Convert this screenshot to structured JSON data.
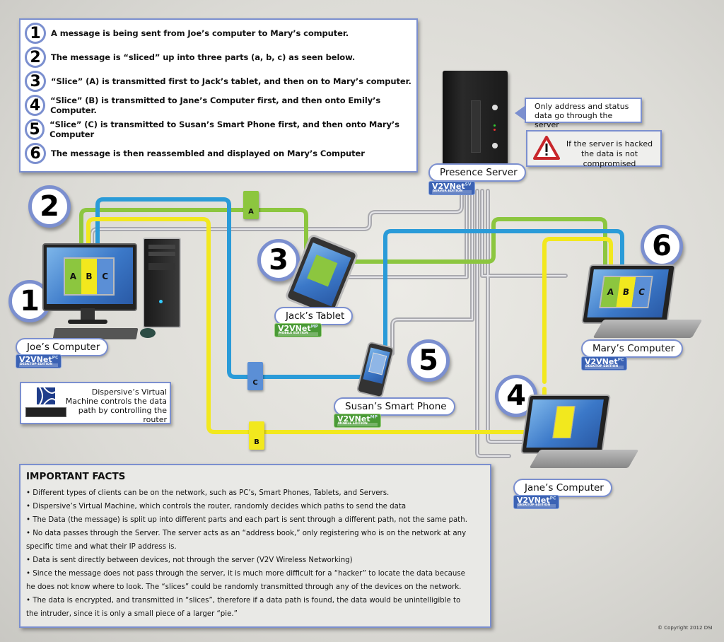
{
  "steps": [
    {
      "num": "1",
      "text": "A message is being sent from Joe’s computer to Mary’s computer."
    },
    {
      "num": "2",
      "text": "The message is “sliced” up into three parts (a, b, c) as seen below."
    },
    {
      "num": "3",
      "text": "“Slice” (A) is transmitted first to Jack’s tablet, and then on to Mary’s computer."
    },
    {
      "num": "4",
      "text": "“Slice” (B) is transmitted to Jane’s Computer first, and then onto Emily’s Computer."
    },
    {
      "num": "5",
      "text": "“Slice” (C) is transmitted to Susan’s Smart Phone first, and then onto Mary’s Computer"
    },
    {
      "num": "6",
      "text": "The message is then reassembled and displayed on Mary’s Computer"
    }
  ],
  "markers": {
    "m1": "1",
    "m2": "2",
    "m3": "3",
    "m4": "4",
    "m5": "5",
    "m6": "6"
  },
  "devices": {
    "server": {
      "label": "Presence Server",
      "badge": "V2VNet",
      "badge_sup": "SV",
      "edition": "SERVER EDITION"
    },
    "joe": {
      "label": "Joe’s Computer",
      "badge": "V2VNet",
      "badge_sup": "PC",
      "edition": "DESKTOP EDITION"
    },
    "jack": {
      "label": "Jack’s Tablet",
      "badge": "V2VNet",
      "badge_sup": "MP",
      "edition": "MOBILE EDITION"
    },
    "susan": {
      "label": "Susan’s Smart Phone",
      "badge": "V2VNet",
      "badge_sup": "MP",
      "edition": "MOBILE EDITION"
    },
    "mary": {
      "label": "Mary’s Computer",
      "badge": "V2VNet",
      "badge_sup": "PC",
      "edition": "DESKTOP EDITION"
    },
    "jane": {
      "label": "Jane’s Computer",
      "badge": "V2VNet",
      "badge_sup": "PC",
      "edition": "DESKTOP EDITION"
    }
  },
  "slices": {
    "a": "A",
    "b": "B",
    "c": "C"
  },
  "envelope": {
    "a": "A",
    "b": "B",
    "c": "C"
  },
  "server_note": "Only address and status data go through the server",
  "warning_note": "If the server is hacked the data is not compromised",
  "vm_note": "Dispersive’s Virtual Machine controls the data path by controlling the router",
  "facts": {
    "title": "IMPORTANT FACTS",
    "lines": [
      "• Different types of clients can be on the network, such as PC’s, Smart Phones, Tablets, and Servers.",
      "• Dispersive’s Virtual Machine, which controls the router, randomly decides which paths to send the data",
      "• The Data (the message) is split up into different parts and each part is sent through a different path, not the same path.",
      "• No data passes through the Server.  The server acts as an “address book,” only registering who is on the network at any",
      "specific time and what their IP address is.",
      "• Data is sent directly between devices, not through the server (V2V Wireless Networking)",
      "• Since the message does not pass through the server, it is much more difficult for a “hacker” to locate the data because",
      "he does not know where to look.  The “slices” could be randomly transmitted through any of the devices on the network.",
      "• The data is encrypted, and transmitted in “slices”, therefore if a data path is found, the data would be unintelligible to",
      "the intruder, since it is only a small piece of a larger “pie.”"
    ]
  },
  "colors": {
    "path_a": "#8cc63f",
    "path_b": "#f2e81e",
    "path_c": "#2a9bd8",
    "server_link": "#b4b4b8",
    "accent": "#7b8fcf"
  },
  "copyright": "© Copyright 2012 DSI"
}
